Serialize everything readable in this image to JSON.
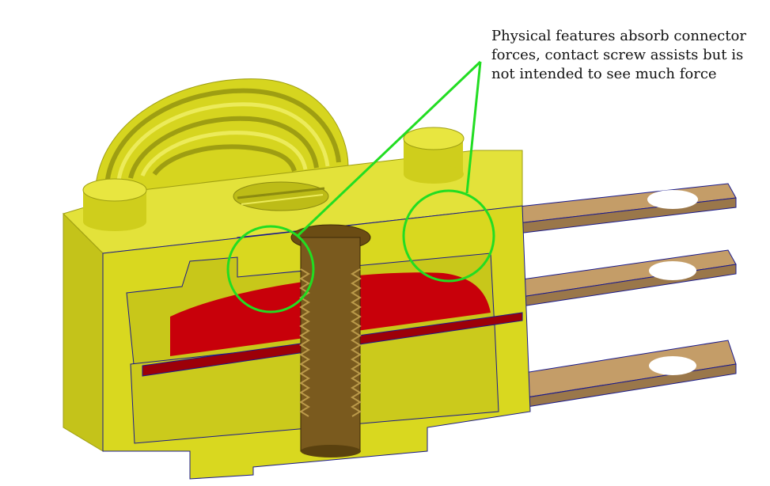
{
  "annotation": {
    "lines": [
      "Physical features absorb connector",
      "forces, contact screw assists but is",
      "not intended to see much force"
    ]
  },
  "colors": {
    "background": "#ffffff",
    "housing_yellow": "#d6d51f",
    "housing_light": "#e8e640",
    "housing_dark": "#9e9e12",
    "terminal_tan": "#b8915e",
    "terminal_dark": "#8f6c3e",
    "screw_brown": "#7a5a1e",
    "membrane_red": "#c8000a",
    "highlight_green": "#22dd22",
    "edge_blue": "#1a1a8c"
  },
  "parts": {
    "housing": "yellow-housing",
    "terminals": "tan-terminals",
    "screw": "contact-screw",
    "membrane": "red-membrane",
    "callout_circles": "green-highlight-circles"
  }
}
